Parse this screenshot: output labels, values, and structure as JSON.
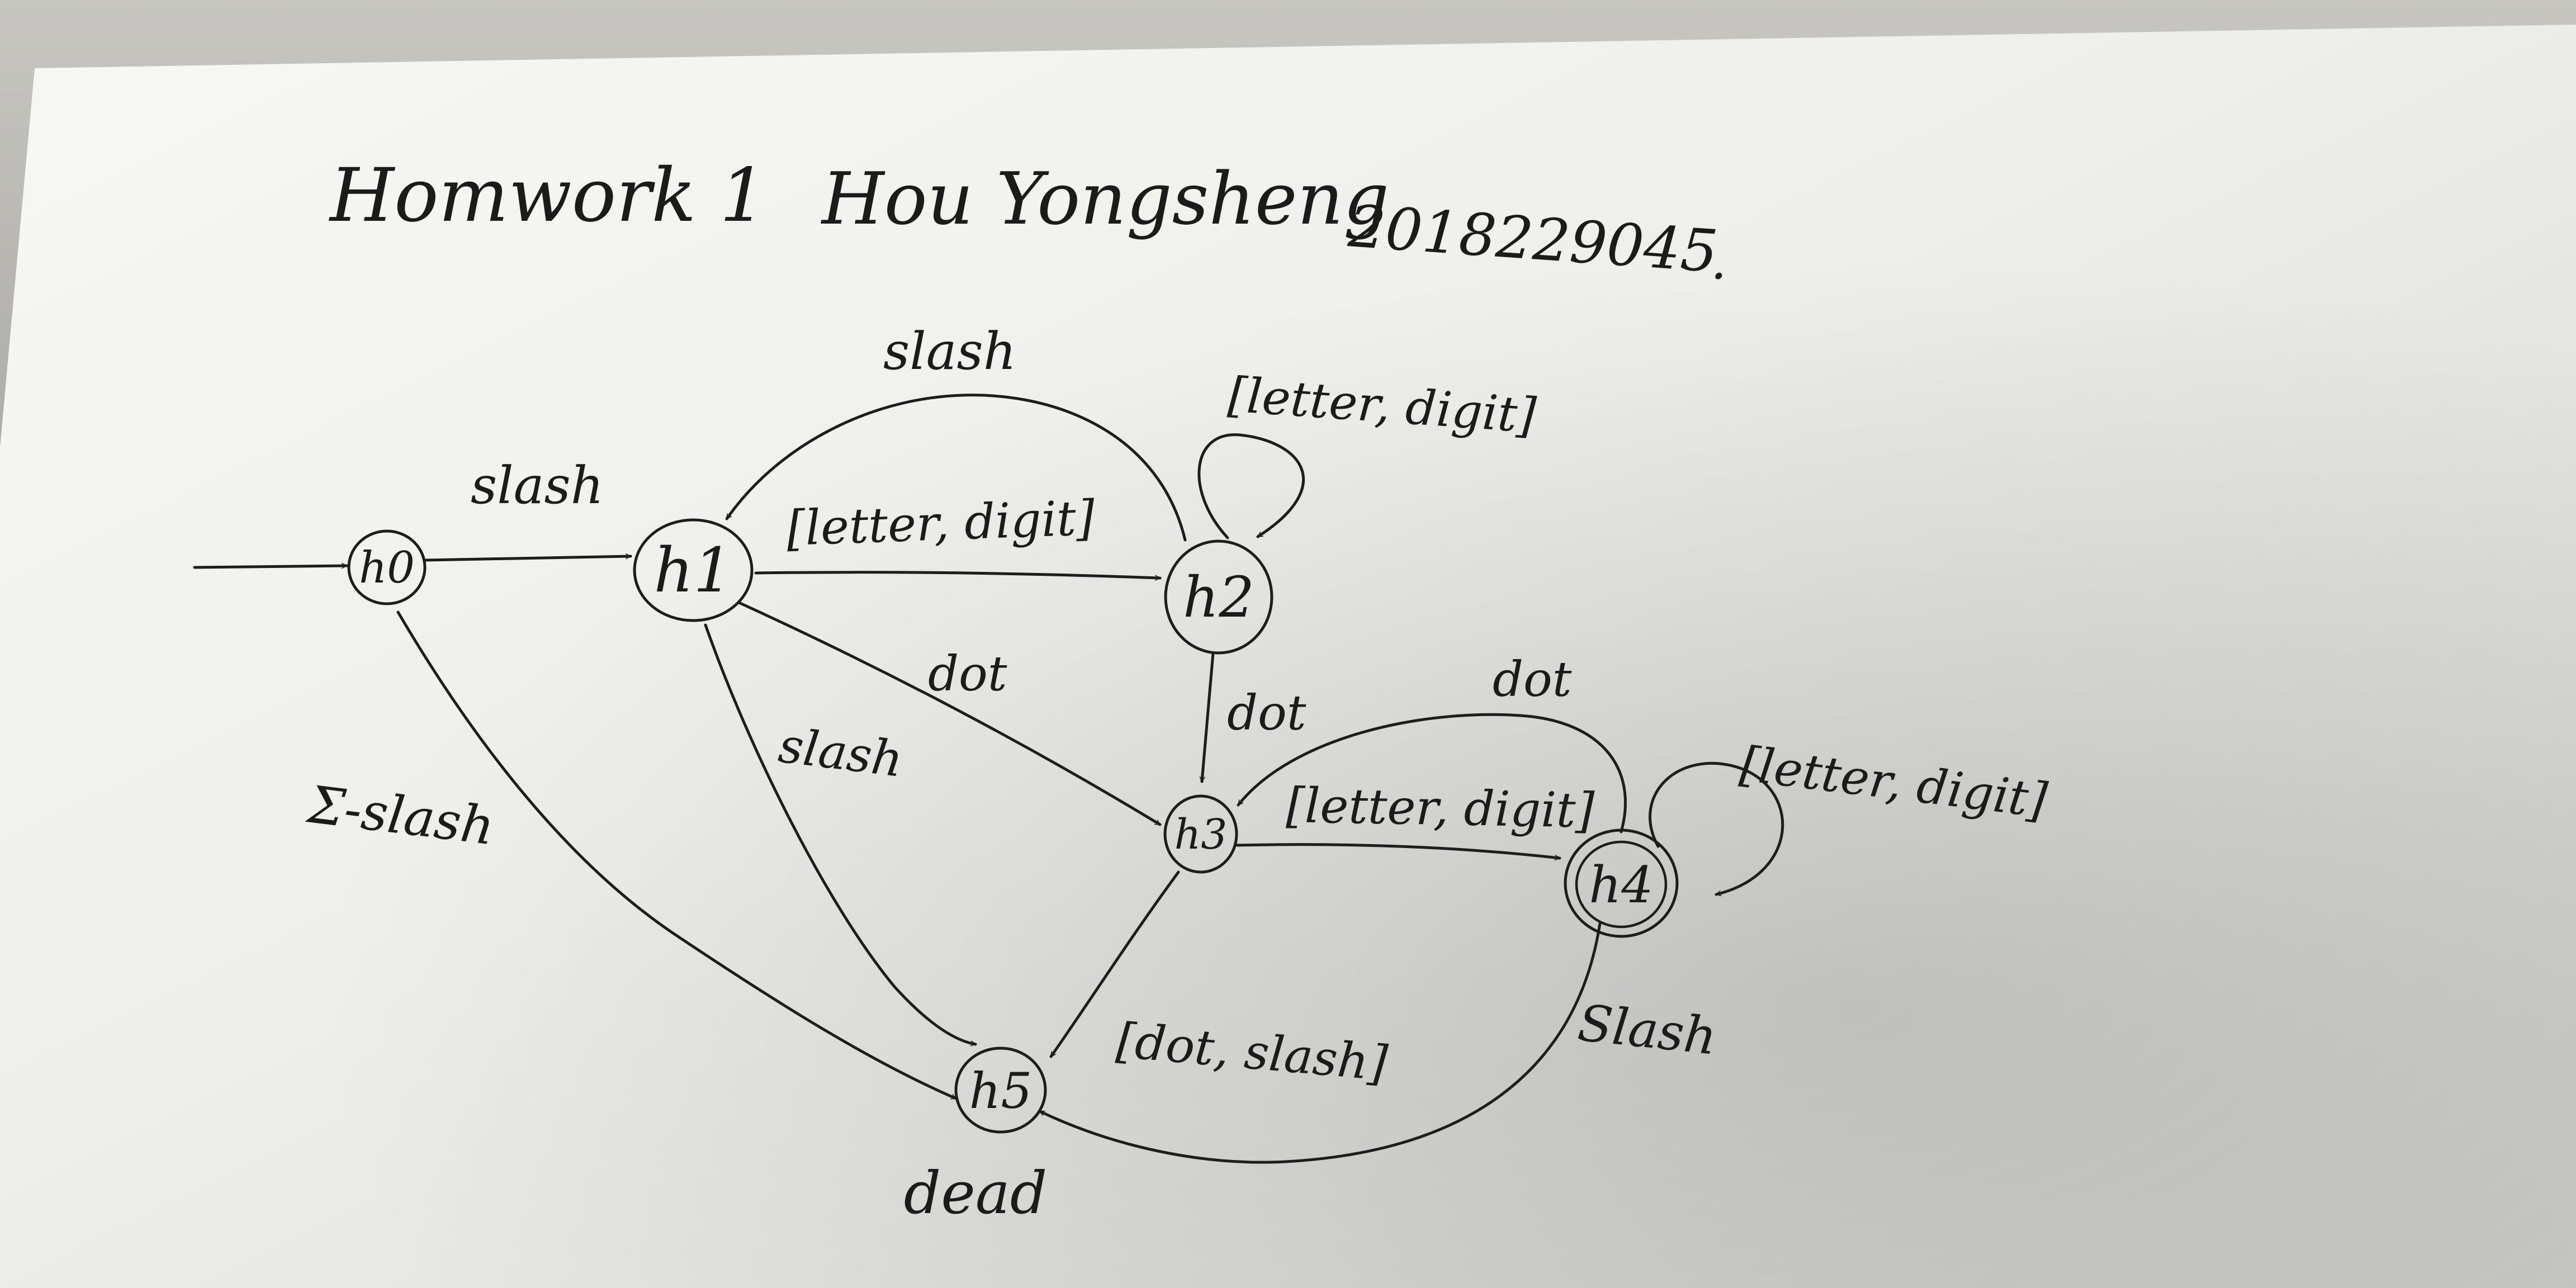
{
  "header": {
    "title": "Homwork 1",
    "author": "Hou Yongsheng",
    "student_id": "2018229045",
    "period": "."
  },
  "states": {
    "q0": "h0",
    "q1": "h1",
    "q2": "h2",
    "q3": "h3",
    "q4": "h4",
    "q5": "h5",
    "q5_caption": "dead"
  },
  "edges": {
    "q0_q1": "slash",
    "q0_q5": "Σ-slash",
    "q1_q2": "[letter, digit]",
    "q2_q1": "slash",
    "q2_loop": "[letter, digit]",
    "q1_q3": "dot",
    "q1_q5": "slash",
    "q2_q3": "dot",
    "q3_q4": "[letter, digit]",
    "q4_q3": "dot",
    "q4_loop": "[letter, digit]",
    "q3_q5": "[dot, slash]",
    "q4_q5": "Slash"
  },
  "colors": {
    "paper": "#f5f5f2",
    "ink": "#1d1d1d",
    "background": "#9a9995"
  }
}
